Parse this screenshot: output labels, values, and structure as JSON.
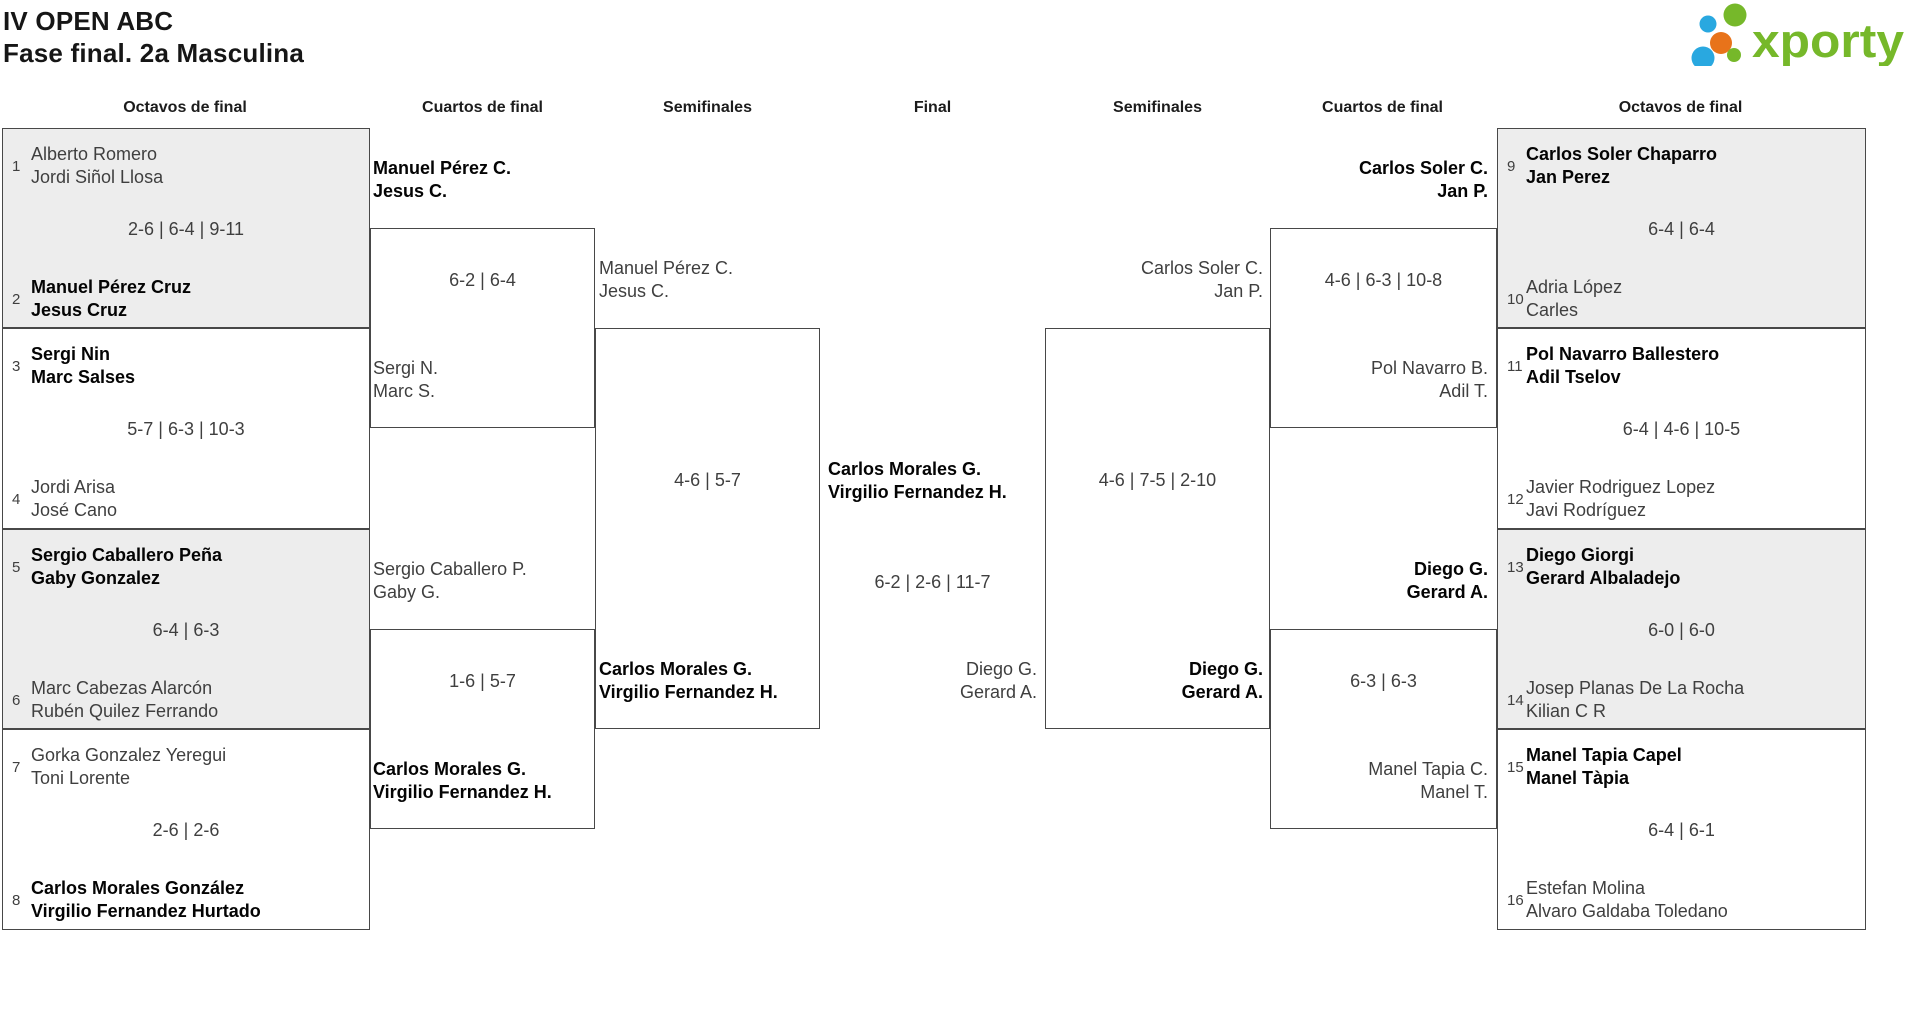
{
  "title": {
    "line1": "IV OPEN ABC",
    "line2": "Fase final. 2a Masculina"
  },
  "brand": {
    "name": "xporty",
    "green": "#76b82a",
    "blue": "#29a8e0",
    "orange": "#e8731a"
  },
  "headers": {
    "r16_left": "Octavos de final",
    "qf_left": "Cuartos de final",
    "sf_left": "Semifinales",
    "final": "Final",
    "sf_right": "Semifinales",
    "qf_right": "Cuartos de final",
    "r16_right": "Octavos de final"
  },
  "r16": [
    {
      "seed_top": "1",
      "top1": "Alberto Romero",
      "top2": "Jordi Siñol Llosa",
      "score": "2-6 | 6-4 | 9-11",
      "seed_bot": "2",
      "bot1": "Manuel Pérez Cruz",
      "bot2": "Jesus Cruz"
    },
    {
      "seed_top": "3",
      "top1": "Sergi Nin",
      "top2": "Marc Salses",
      "score": "5-7 | 6-3 | 10-3",
      "seed_bot": "4",
      "bot1": "Jordi Arisa",
      "bot2": "José Cano"
    },
    {
      "seed_top": "5",
      "top1": "Sergio Caballero Peña",
      "top2": "Gaby Gonzalez",
      "score": "6-4 | 6-3",
      "seed_bot": "6",
      "bot1": "Marc Cabezas Alarcón",
      "bot2": "Rubén Quilez Ferrando"
    },
    {
      "seed_top": "7",
      "top1": "Gorka Gonzalez Yeregui",
      "top2": "Toni Lorente",
      "score": "2-6 | 2-6",
      "seed_bot": "8",
      "bot1": "Carlos Morales González",
      "bot2": "Virgilio Fernandez Hurtado"
    },
    {
      "seed_top": "9",
      "top1": "Carlos Soler Chaparro",
      "top2": "Jan Perez",
      "score": "6-4 | 6-4",
      "seed_bot": "10",
      "bot1": "Adria López",
      "bot2": "Carles"
    },
    {
      "seed_top": "11",
      "top1": "Pol Navarro Ballestero",
      "top2": "Adil Tselov",
      "score": "6-4 | 4-6 | 10-5",
      "seed_bot": "12",
      "bot1": "Javier Rodriguez Lopez",
      "bot2": "Javi Rodríguez"
    },
    {
      "seed_top": "13",
      "top1": "Diego Giorgi",
      "top2": "Gerard Albaladejo",
      "score": "6-0 | 6-0",
      "seed_bot": "14",
      "bot1": "Josep Planas De La Rocha",
      "bot2": "Kilian C R"
    },
    {
      "seed_top": "15",
      "top1": "Manel Tapia Capel",
      "top2": "Manel Tàpia",
      "score": "6-4 | 6-1",
      "seed_bot": "16",
      "bot1": "Estefan Molina",
      "bot2": "Alvaro Galdaba Toledano"
    }
  ],
  "qf": [
    {
      "top1": "Manuel Pérez C.",
      "top2": "Jesus C.",
      "score": "6-2 | 6-4",
      "bot1": "Sergi N.",
      "bot2": "Marc S."
    },
    {
      "top1": "Sergio Caballero P.",
      "top2": "Gaby G.",
      "score": "1-6 | 5-7",
      "bot1": "Carlos Morales G.",
      "bot2": "Virgilio Fernandez H."
    },
    {
      "top1": "Carlos Soler C.",
      "top2": "Jan P.",
      "score": "4-6 | 6-3 | 10-8",
      "bot1": "Pol Navarro B.",
      "bot2": "Adil T."
    },
    {
      "top1": "Diego G.",
      "top2": "Gerard A.",
      "score": "6-3 | 6-3",
      "bot1": "Manel Tapia C.",
      "bot2": "Manel T."
    }
  ],
  "sf": [
    {
      "top1": "Manuel Pérez C.",
      "top2": "Jesus C.",
      "score": "4-6 | 5-7",
      "bot1": "Carlos Morales G.",
      "bot2": "Virgilio Fernandez H."
    },
    {
      "top1": "Carlos Soler C.",
      "top2": "Jan P.",
      "score": "4-6 | 7-5 | 2-10",
      "bot1": "Diego G.",
      "bot2": "Gerard A."
    }
  ],
  "final": {
    "winner1": "Carlos Morales G.",
    "winner2": "Virgilio Fernandez H.",
    "score": "6-2 | 2-6 | 11-7",
    "loser1": "Diego G.",
    "loser2": "Gerard A."
  }
}
